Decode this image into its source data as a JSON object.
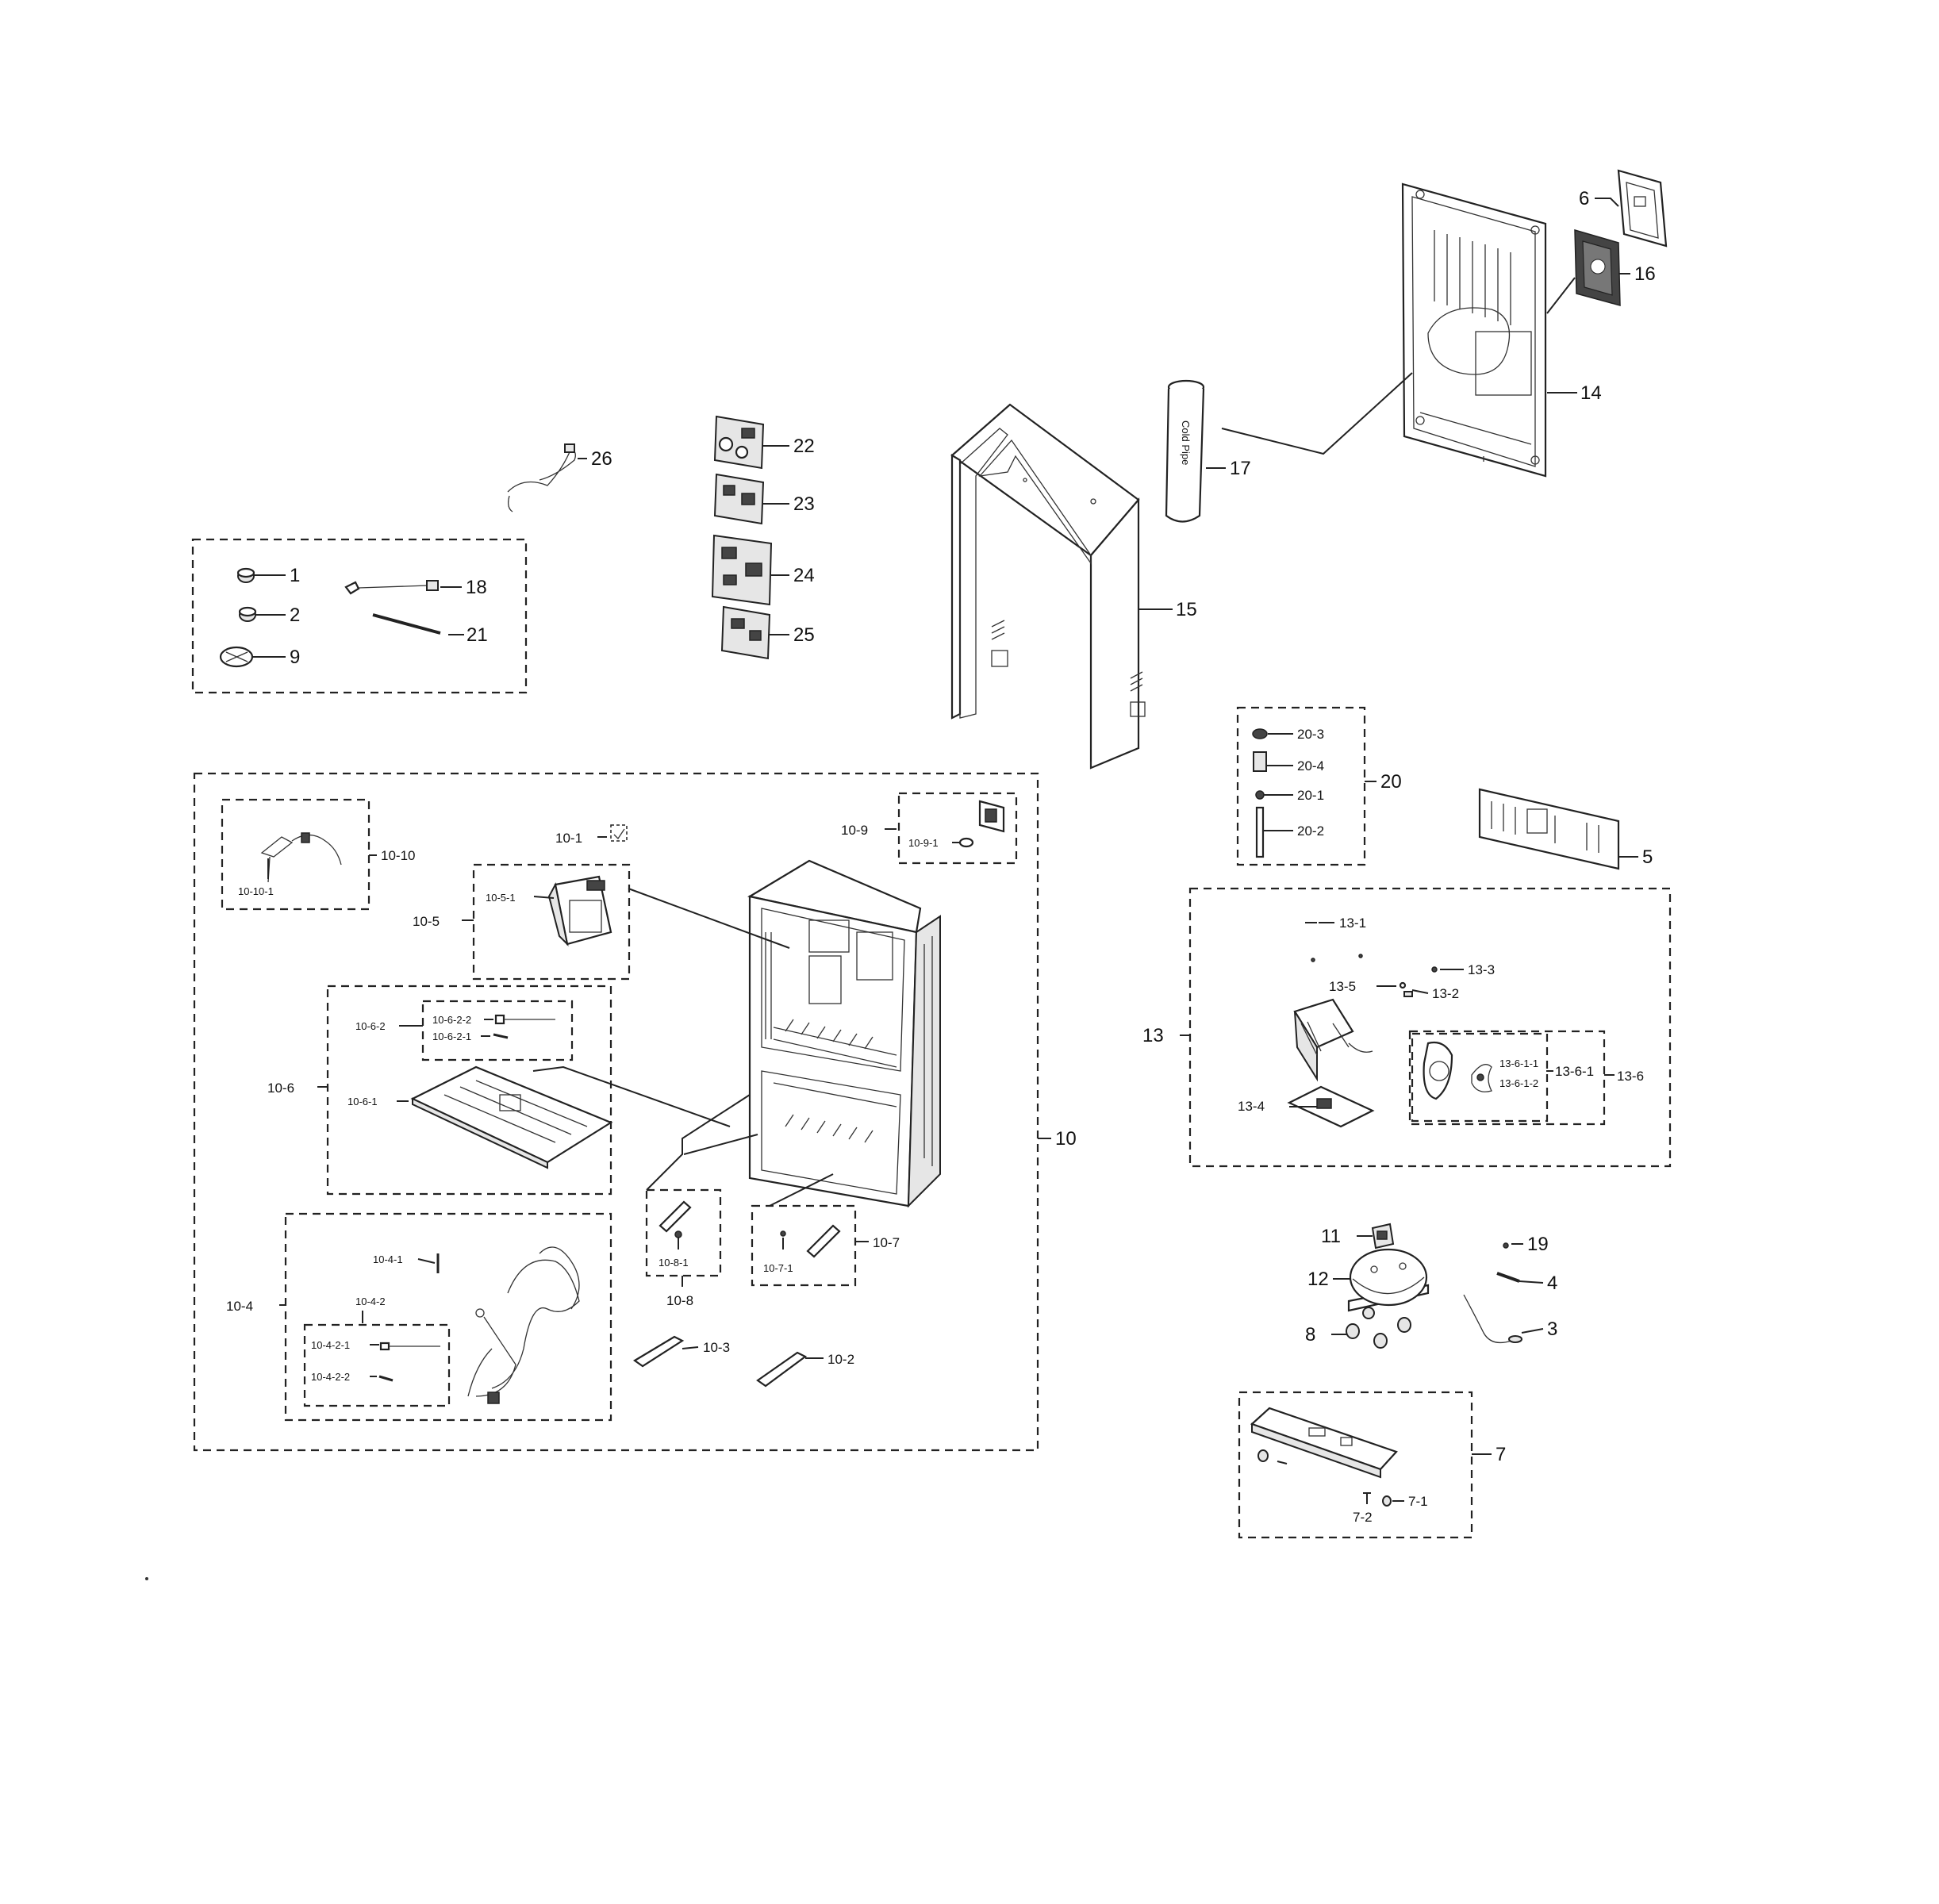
{
  "labels": {
    "l1": "1",
    "l2": "2",
    "l3": "3",
    "l4": "4",
    "l5": "5",
    "l6": "6",
    "l7": "7",
    "l7_1": "7-1",
    "l7_2": "7-2",
    "l8": "8",
    "l9": "9",
    "l10": "10",
    "l10_1": "10-1",
    "l10_2": "10-2",
    "l10_3": "10-3",
    "l10_4": "10-4",
    "l10_4_1": "10-4-1",
    "l10_4_2": "10-4-2",
    "l10_4_2_1": "10-4-2-1",
    "l10_4_2_2": "10-4-2-2",
    "l10_5": "10-5",
    "l10_5_1": "10-5-1",
    "l10_6": "10-6",
    "l10_6_1": "10-6-1",
    "l10_6_2": "10-6-2",
    "l10_6_2_1": "10-6-2-1",
    "l10_6_2_2": "10-6-2-2",
    "l10_7": "10-7",
    "l10_7_1": "10-7-1",
    "l10_8": "10-8",
    "l10_8_1": "10-8-1",
    "l10_9": "10-9",
    "l10_9_1": "10-9-1",
    "l10_10": "10-10",
    "l10_10_1": "10-10-1",
    "l11": "11",
    "l12": "12",
    "l13": "13",
    "l13_1": "13-1",
    "l13_2": "13-2",
    "l13_3": "13-3",
    "l13_4": "13-4",
    "l13_5": "13-5",
    "l13_6": "13-6",
    "l13_6_1": "13-6-1",
    "l13_6_1_1": "13-6-1-1",
    "l13_6_1_2": "13-6-1-2",
    "l14": "14",
    "l15": "15",
    "l16": "16",
    "l17": "17",
    "l18": "18",
    "l19": "19",
    "l20": "20",
    "l20_1": "20-1",
    "l20_2": "20-2",
    "l20_3": "20-3",
    "l20_4": "20-4",
    "l21": "21",
    "l22": "22",
    "l23": "23",
    "l24": "24",
    "l25": "25",
    "l26": "26"
  },
  "printed_text": {
    "cold_pipe": "Cold Pipe"
  }
}
